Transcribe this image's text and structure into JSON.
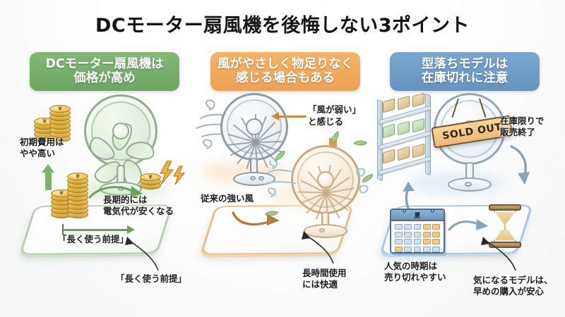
{
  "title": "DCモーター扇風機を後悔しない3ポイント",
  "colors": {
    "green": "#74ab6a",
    "orange": "#f0ac5e",
    "blue": "#6e9bc4",
    "background": "#ffffff",
    "text": "#141414",
    "coin_gold": "#e2b649",
    "tag_orange": "#f5c88a"
  },
  "panels": [
    {
      "id": "panel-price",
      "accent": "#74ab6a",
      "heading_line1": "DCモーター扇風機は",
      "heading_line2": "価格が高め",
      "notes": {
        "initial_cost": "初期費用は\nやや高い",
        "long_term": "長期的には\n電気代が安くなる",
        "premise_inline": "「長く使う前提」",
        "premise_callout": "「長く使う前提」"
      },
      "icons": [
        "coin-stack-icon",
        "fan-icon",
        "lightning-icon",
        "up-arrow-icon",
        "right-arrow-icon"
      ]
    },
    {
      "id": "panel-wind",
      "accent": "#f0ac5e",
      "heading_line1": "風がやさしく物足りなく",
      "heading_line2": "感じる場合もある",
      "notes": {
        "weak_wind": "「風が弱い」\nと感じる",
        "traditional_wind": "従来の強い風",
        "long_use": "長時間使用\nには快適"
      },
      "icons": [
        "fan-icon",
        "wind-swirl-icon",
        "leaf-icon",
        "left-arrow-icon",
        "down-arrow-icon"
      ]
    },
    {
      "id": "panel-stock",
      "accent": "#6e9bc4",
      "heading_line1": "型落ちモデルは",
      "heading_line2": "在庫切れに注意",
      "notes": {
        "sold_out_tag": "SOLD OUT",
        "limited_stock": "在庫限りで\n販売終了",
        "popular_season": "人気の時期は\n売り切れやすい",
        "buy_early": "気になるモデルは、\n早めの購入が安心"
      },
      "calendar_label": "夏",
      "icons": [
        "shelf-icon",
        "fan-icon",
        "sold-out-tag-icon",
        "calendar-icon",
        "hourglass-icon",
        "up-arrow-icon",
        "down-arrow-icon",
        "right-arrow-icon"
      ]
    }
  ]
}
